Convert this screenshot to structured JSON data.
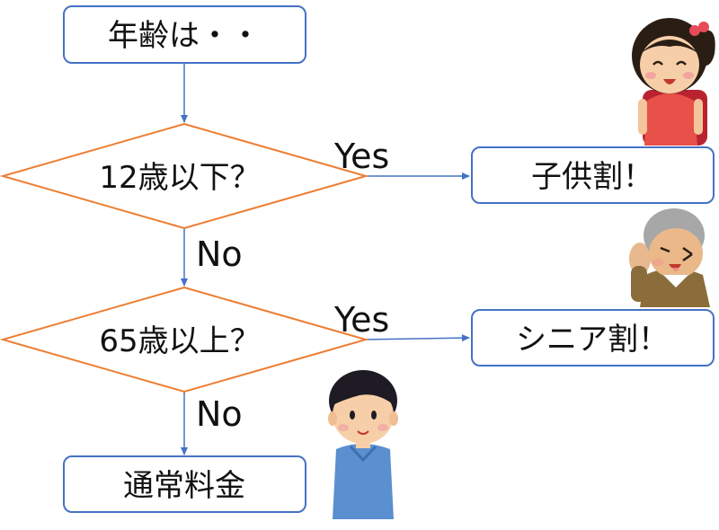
{
  "nodes": {
    "start": "年齢は・・",
    "decision_child": "12歳以下？",
    "decision_senior": "65歳以上？",
    "child_discount": "子供割！",
    "senior_discount": "シニア割！",
    "regular_fare": "通常料金"
  },
  "edges": {
    "child_yes": "Yes",
    "child_no": "No",
    "senior_yes": "Yes",
    "senior_no": "No"
  },
  "colors": {
    "box_border": "#4472C4",
    "diamond_border": "#ED7D31",
    "arrow": "#4472C4"
  },
  "icons": [
    "girl-illustration",
    "elderly-man-illustration",
    "young-man-illustration"
  ]
}
